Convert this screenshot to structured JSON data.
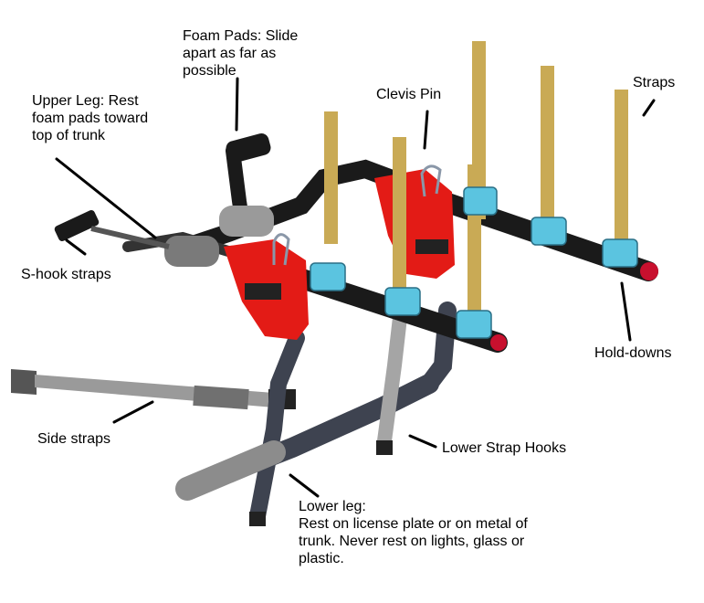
{
  "labels": {
    "foam_pads": "Foam Pads: Slide\napart as far as\npossible",
    "upper_leg": "Upper Leg: Rest\nfoam pads toward\ntop of trunk",
    "clevis_pin": "Clevis Pin",
    "straps": "Straps",
    "s_hook_straps": "S-hook straps",
    "hold_downs": "Hold-downs",
    "side_straps": "Side straps",
    "lower_strap_hooks": "Lower Strap Hooks",
    "lower_leg": "Lower leg:\nRest on license plate or on metal of\ntrunk.  Never rest on lights, glass or\nplastic."
  },
  "colors": {
    "frame": "#1a1a1a",
    "hub_red": "#e31b16",
    "cradle_blue": "#5bc4e0",
    "strap_gold": "#c9aa55",
    "foam_grey": "#9a9a9a",
    "endcap_red": "#c8102e",
    "lower_leg": "#3e4350"
  }
}
